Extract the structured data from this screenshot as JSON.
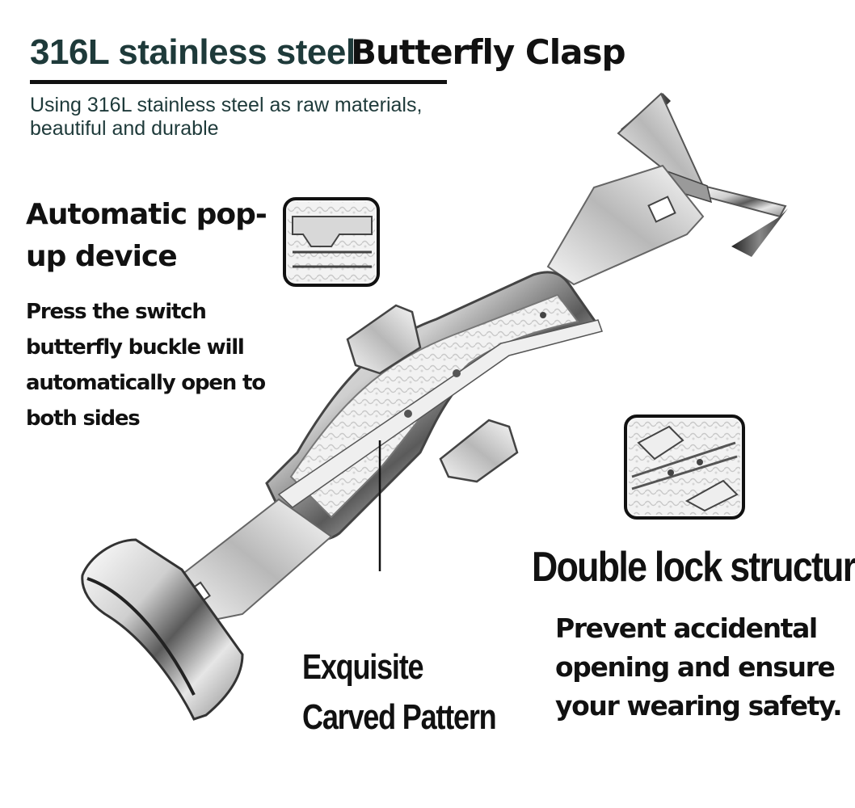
{
  "header": {
    "title_main": "316L stainless steel",
    "title_accent": "Butterfly Clasp",
    "subtitle": "Using 316L stainless steel as raw materials, beautiful and durable"
  },
  "features": {
    "popup": {
      "heading": "Automatic pop-up device",
      "body": "Press the switch butterfly buckle will automatically open to both sides"
    },
    "lock": {
      "heading": "Double lock structure",
      "body": "Prevent accidental opening and ensure your wearing safety."
    },
    "pattern": {
      "label": "Exquisite Carved Pattern"
    }
  },
  "colors": {
    "title_main": "#1e3a3a",
    "text": "#111111",
    "steel_light": "#f4f4f4",
    "steel_dark": "#3a3a3a"
  }
}
